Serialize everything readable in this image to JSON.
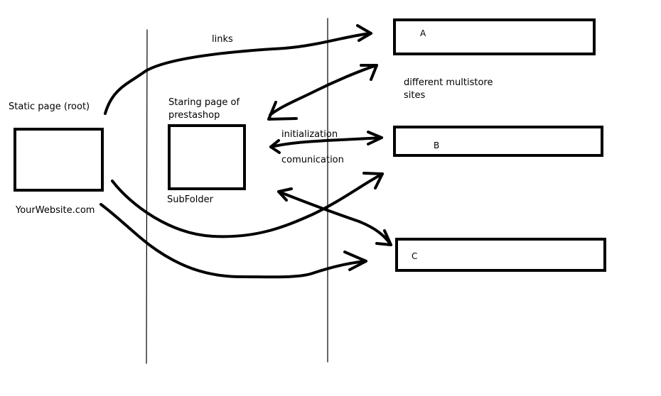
{
  "labels": {
    "static_page": "Static page (root)",
    "your_website": "YourWebsite.com",
    "starting_page_line1": "Staring page of",
    "starting_page_line2": "prestashop",
    "subfolder": "SubFolder",
    "links": "links",
    "different_line1": "different multistore",
    "different_line2": "sites",
    "initialization": "initialization",
    "communication": "comunication"
  },
  "sites": [
    {
      "letter": "A"
    },
    {
      "letter": "B"
    },
    {
      "letter": "C"
    }
  ],
  "colors": {
    "ink": "#000000",
    "background": "#ffffff"
  }
}
